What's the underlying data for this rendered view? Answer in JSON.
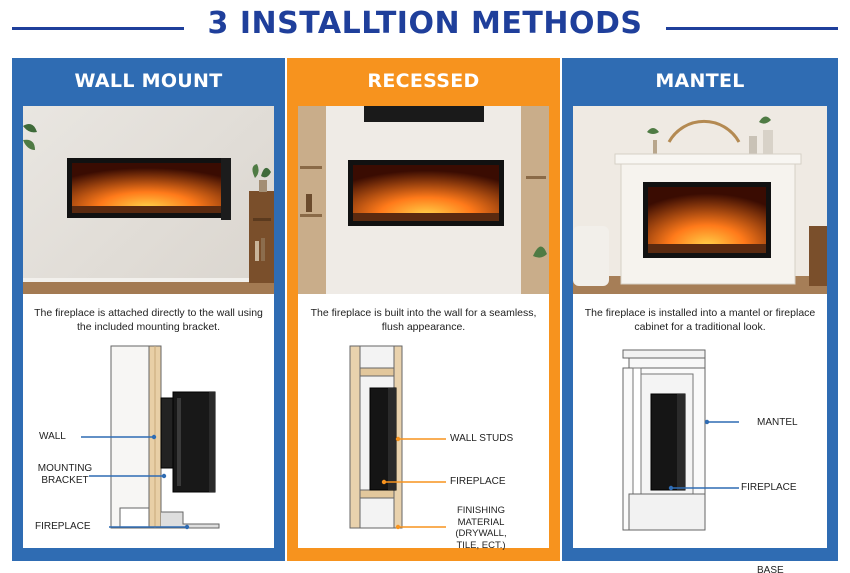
{
  "header": {
    "title": "3 INSTALLTION METHODS"
  },
  "colors": {
    "primary": "#2f6cb3",
    "accent": "#f7931e",
    "title": "#1f3f9b",
    "pointer_wall": "#2f6cb3",
    "pointer_recessed": "#f7931e"
  },
  "panels": [
    {
      "title": "WALL MOUNT",
      "description": "The fireplace is attached directly to the wall using the included mounting bracket.",
      "labels": {
        "wall": "WALL",
        "mounting_bracket": "MOUNTING BRACKET",
        "fireplace": "FIREPLACE"
      }
    },
    {
      "title": "RECESSED",
      "description": "The fireplace is built into the wall for a seamless, flush appearance.",
      "labels": {
        "wall_studs": "WALL STUDS",
        "fireplace": "FIREPLACE",
        "finishing_material": "FINISHING MATERIAL (DRYWALL, TILE, ECT.)"
      }
    },
    {
      "title": "MANTEL",
      "description": "The fireplace is installed into a mantel or fireplace cabinet for a traditional look.",
      "labels": {
        "mantel": "MANTEL",
        "fireplace": "FIREPLACE",
        "base": "BASE"
      }
    }
  ]
}
